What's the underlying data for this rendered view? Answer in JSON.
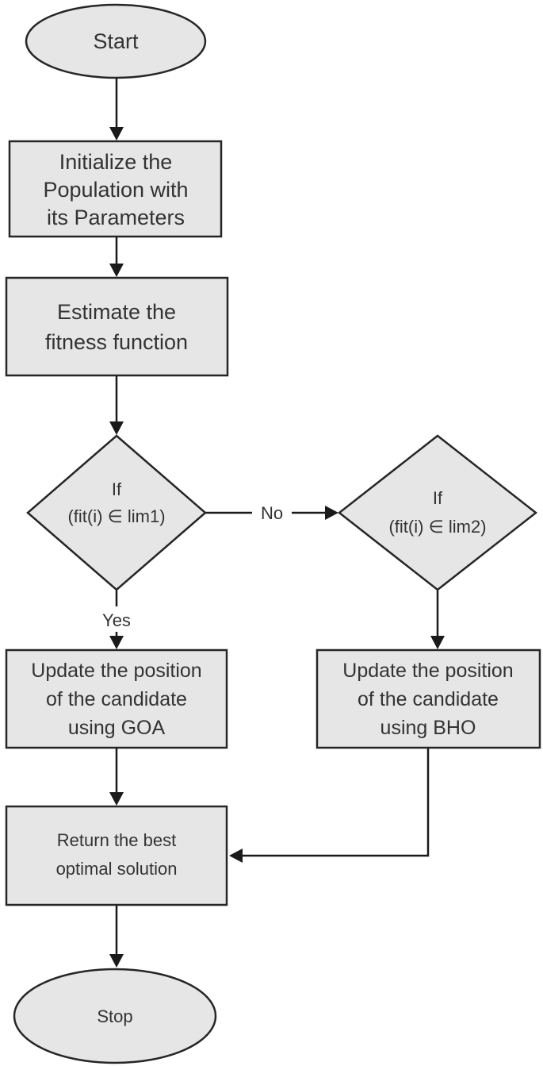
{
  "nodes": {
    "start": "Start",
    "init": [
      "Initialize the",
      "Population with",
      "its Parameters"
    ],
    "fitness": [
      "Estimate the",
      "fitness function"
    ],
    "decision1": [
      "If",
      "(fit(i) ∈ lim1)"
    ],
    "decision2": [
      "If",
      "(fit(i) ∈ lim2)"
    ],
    "goa": [
      "Update the position",
      "of the candidate",
      "using GOA"
    ],
    "bho": [
      "Update the position",
      "of the candidate",
      "using BHO"
    ],
    "best": [
      "Return the best",
      "optimal solution"
    ],
    "stop": "Stop"
  },
  "edges": {
    "no_label": "No",
    "yes_label": "Yes"
  }
}
